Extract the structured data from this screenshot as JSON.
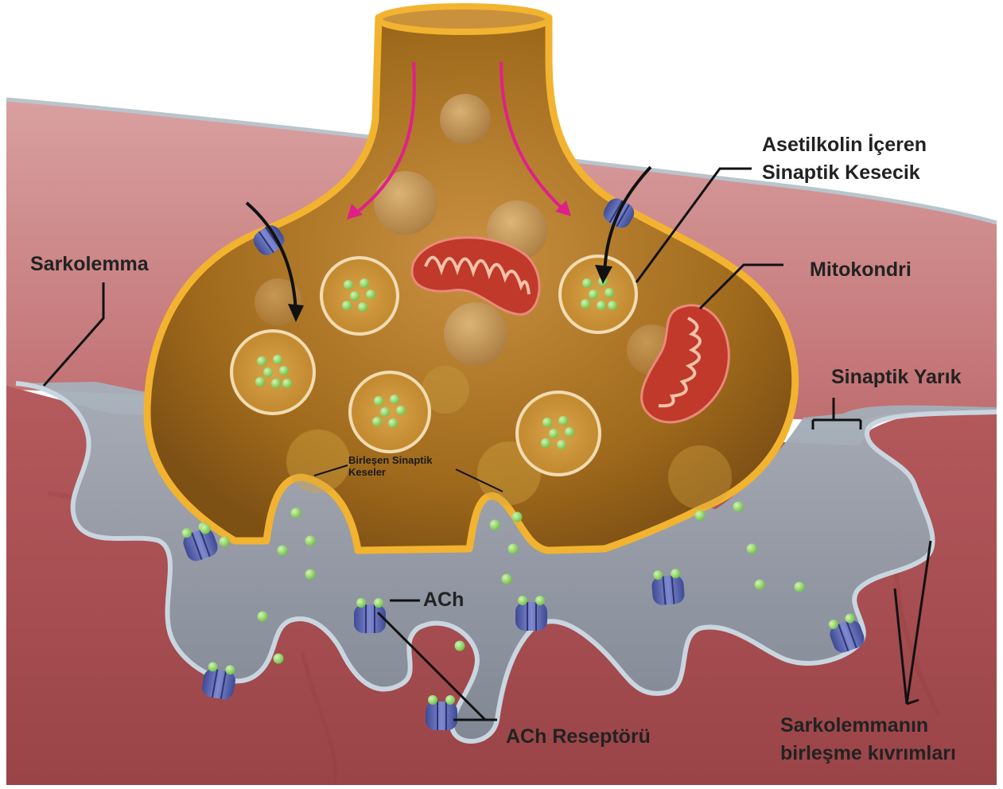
{
  "labels": {
    "sarkolemma": "Sarkolemma",
    "vesicle_line1": "Asetilkolin İçeren",
    "vesicle_line2": "Sinaptik Kesecik",
    "mitokondri": "Mitokondri",
    "sinaptik_yarik": "Sinaptik Yarık",
    "fused_line1": "Birleşen Sinaptik",
    "fused_line2": "Keseler",
    "ach": "ACh",
    "ach_receptor": "ACh Reseptörü",
    "folds_line1": "Sarkolemmanın",
    "folds_line2": "birleşme kıvrımları"
  },
  "colors": {
    "muscle": "#c7797a",
    "muscle_dark": "#a85457",
    "cleft": "#8d99a6",
    "membrane": "#c9d6df",
    "terminal": "#b07a22",
    "terminal_dark": "#7a4e12",
    "terminal_border": "#f2b330",
    "mitochondria": "#c0392b",
    "ach": "#8fd26a",
    "receptor": "#5c67b0",
    "arrow_pink": "#e0208a"
  }
}
